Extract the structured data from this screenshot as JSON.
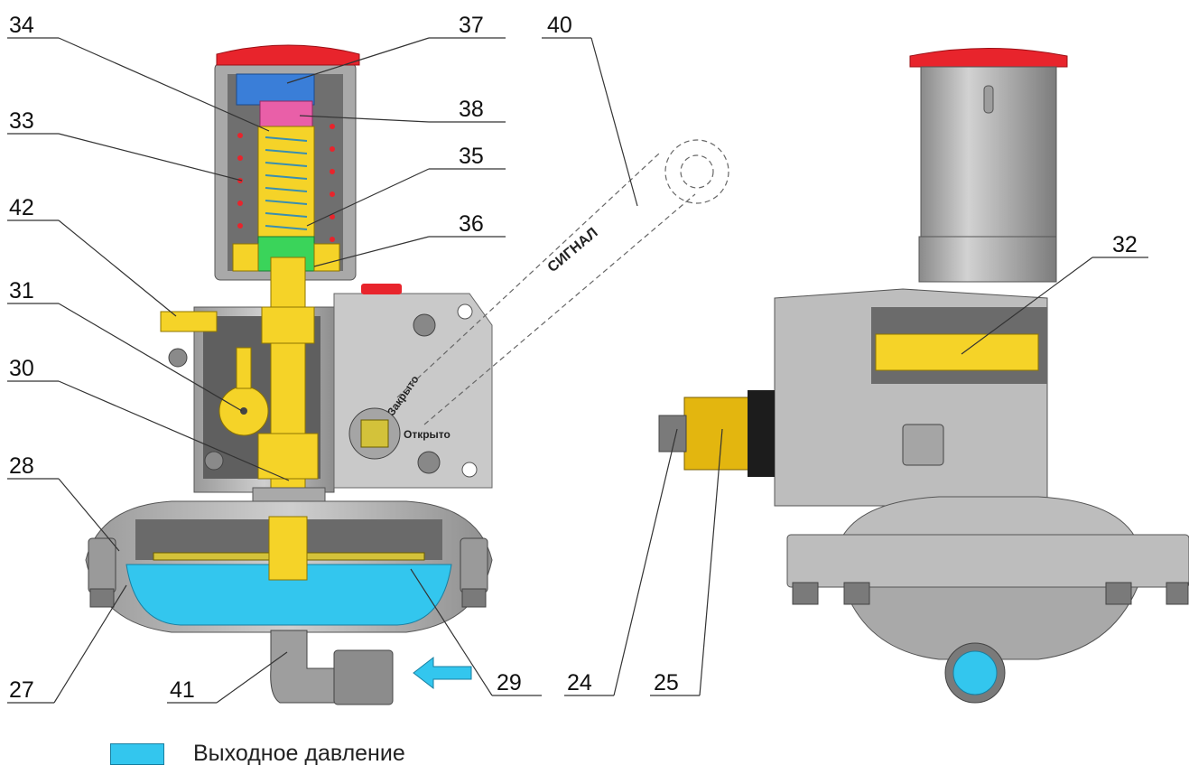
{
  "labels": {
    "l34": "34",
    "l37": "37",
    "l40": "40",
    "l38": "38",
    "l33": "33",
    "l35": "35",
    "l42": "42",
    "l36": "36",
    "l31": "31",
    "l30": "30",
    "l28": "28",
    "l27": "27",
    "l41": "41",
    "l29": "29",
    "l24": "24",
    "l25": "25",
    "l32": "32"
  },
  "housing_marks": {
    "signal": "СИГНАЛ",
    "closed": "Закрыто",
    "open": "Открыто"
  },
  "legend": {
    "text": "Выходное давление",
    "color": "#33c6ee"
  },
  "colors": {
    "cap": "#e8242c",
    "spring": "#f5d328",
    "outlet_chamber": "#33c6ee",
    "pink_part": "#e95fa8",
    "blue_part": "#3a7ed8",
    "green_part": "#3ad45a",
    "body": "#bdbdbd"
  }
}
